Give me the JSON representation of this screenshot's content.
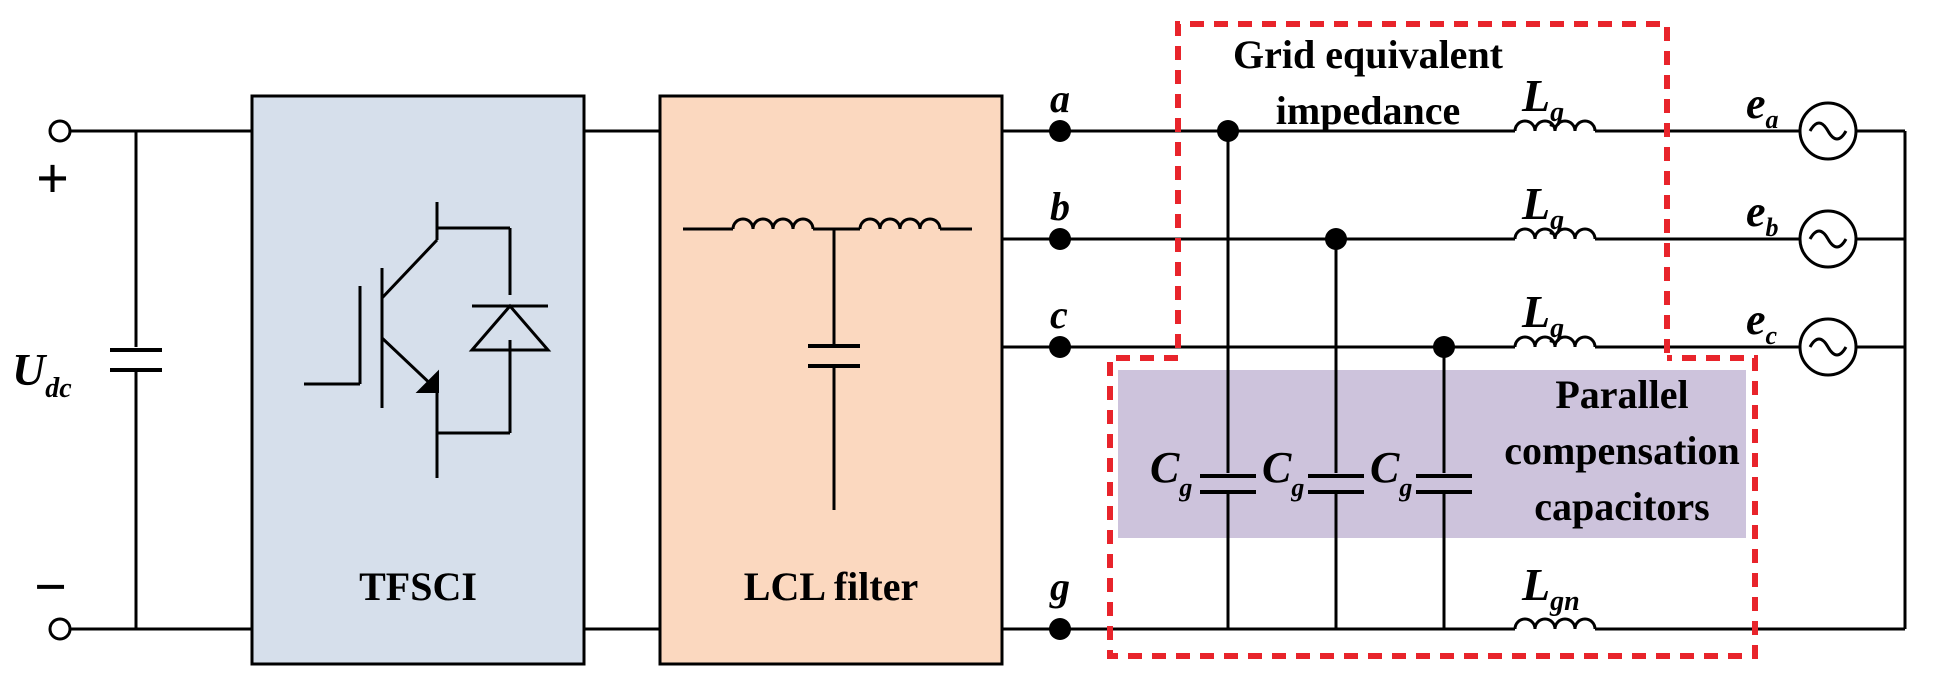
{
  "labels": {
    "plus": "+",
    "minus": "−",
    "udc_main": "U",
    "udc_sub": "dc",
    "tfsci": "TFSCI",
    "lcl": "LCL filter",
    "node_a": "a",
    "node_b": "b",
    "node_c": "c",
    "node_g": "g",
    "grid_line1": "Grid equivalent",
    "grid_line2": "impedance",
    "lg_main": "L",
    "lg_sub": "g",
    "lgn_sub": "gn",
    "cg_main": "C",
    "cg_sub": "g",
    "ea_main": "e",
    "ea_sub": "a",
    "eb_sub": "b",
    "ec_sub": "c",
    "par_line1": "Parallel",
    "par_line2": "compensation",
    "par_line3": "capacitors"
  },
  "colors": {
    "tfsci_fill": "#d6dfeb",
    "lcl_fill": "#fbd8bf",
    "capacitor_band": "#cdc3dc",
    "dashed_border": "#e8242b",
    "wire": "#000000"
  }
}
